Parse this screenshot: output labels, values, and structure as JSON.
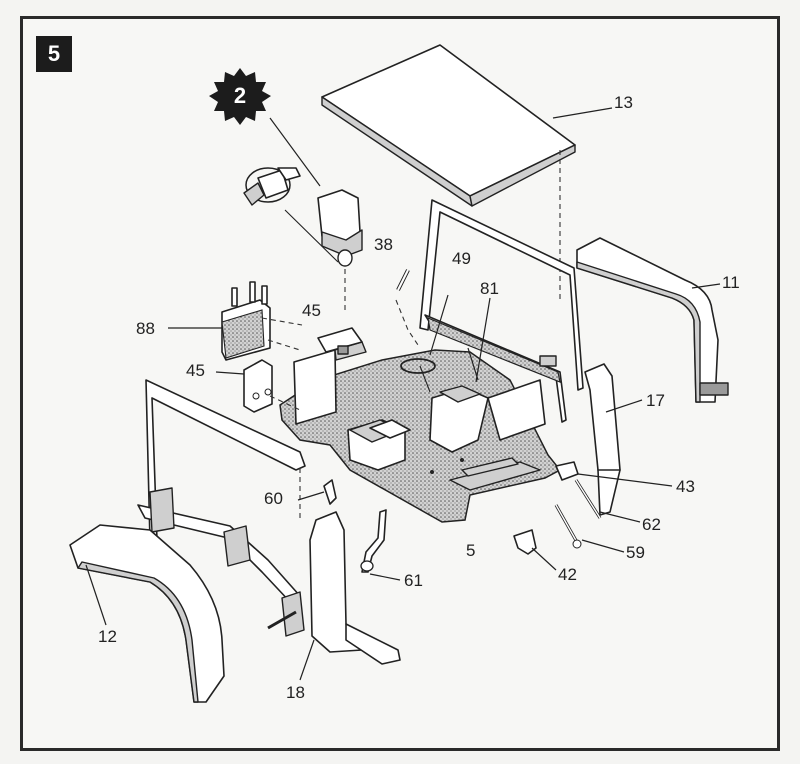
{
  "step": {
    "number": "5"
  },
  "badge": {
    "number": "2"
  },
  "callouts": {
    "c13": "13",
    "c11": "11",
    "c38": "38",
    "c49": "49",
    "c81": "81",
    "c88": "88",
    "c45a": "45",
    "c45b": "45",
    "c17": "17",
    "c43": "43",
    "c60": "60",
    "c62": "62",
    "c59": "59",
    "c5": "5",
    "c42": "42",
    "c61": "61",
    "c12": "12",
    "c18": "18"
  },
  "colors": {
    "ink": "#222222",
    "paper": "#f7f7f5",
    "floor": "#bdbdbd"
  },
  "icons": {
    "badge": "starburst-icon",
    "seat_view": "seat-rotation-icon"
  }
}
